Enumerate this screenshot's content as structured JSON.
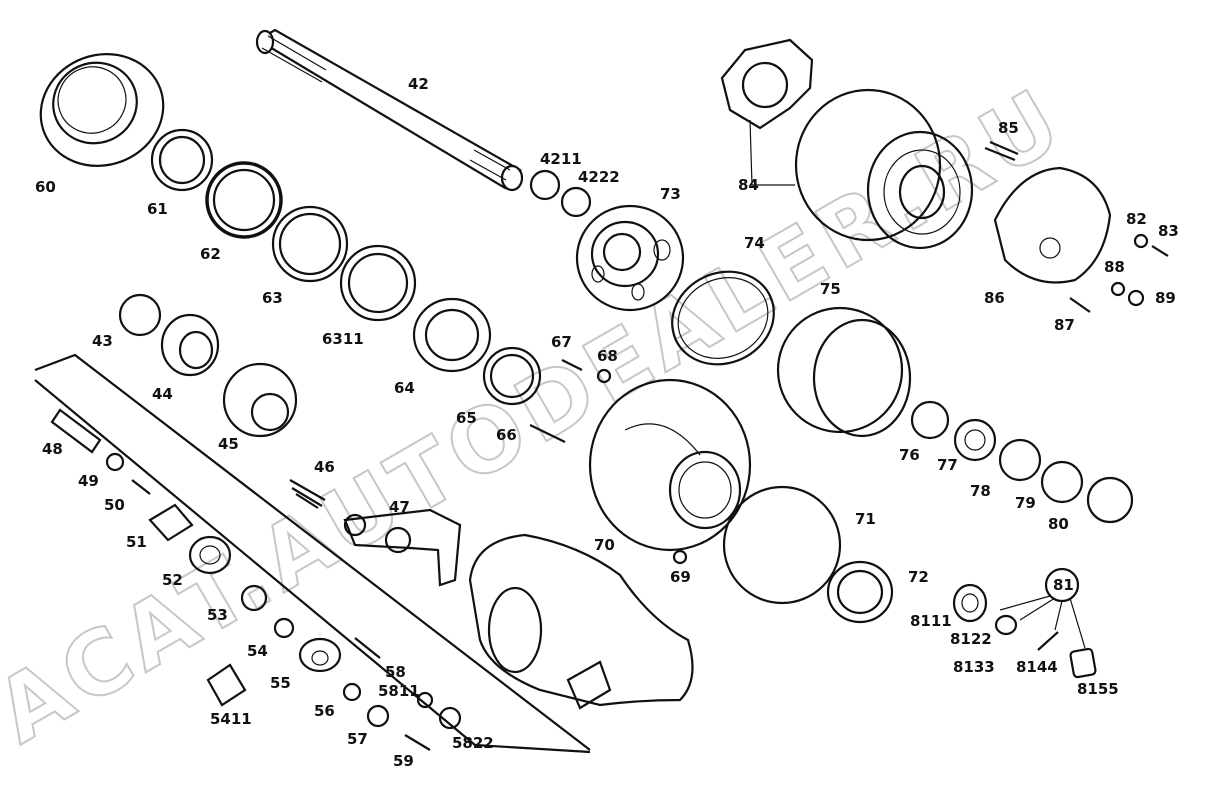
{
  "watermark": "ACAT.AUTODEALER.RU",
  "labels": {
    "l42": "42",
    "l60": "60",
    "l61": "61",
    "l62": "62",
    "l63": "63",
    "l6311": "6311",
    "l4211": "4211",
    "l4222": "4222",
    "l73": "73",
    "l74": "74",
    "l75": "75",
    "l84": "84",
    "l85": "85",
    "l86": "86",
    "l82": "82",
    "l83": "83",
    "l88": "88",
    "l89": "89",
    "l87": "87",
    "l43": "43",
    "l44": "44",
    "l45": "45",
    "l64": "64",
    "l65": "65",
    "l66": "66",
    "l67": "67",
    "l68": "68",
    "l48": "48",
    "l49": "49",
    "l50": "50",
    "l51": "51",
    "l52": "52",
    "l53": "53",
    "l46": "46",
    "l47": "47",
    "l70": "70",
    "l69": "69",
    "l71": "71",
    "l72": "72",
    "l76": "76",
    "l77": "77",
    "l78": "78",
    "l79": "79",
    "l80": "80",
    "l81": "81",
    "l8111": "8111",
    "l8122": "8122",
    "l8133": "8133",
    "l8144": "8144",
    "l8155": "8155",
    "l54": "54",
    "l55": "55",
    "l5411": "5411",
    "l56": "56",
    "l57": "57",
    "l58": "58",
    "l5811": "5811",
    "l5822": "5822",
    "l59": "59"
  }
}
